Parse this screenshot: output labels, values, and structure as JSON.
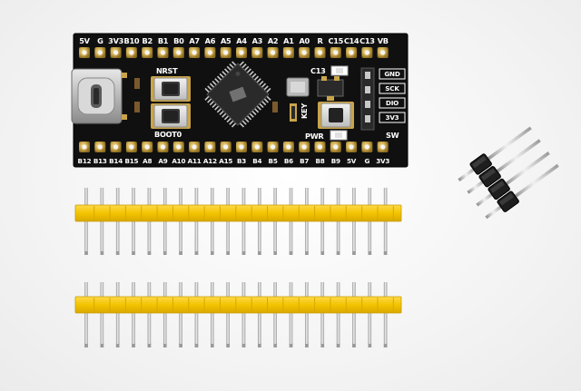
{
  "board": {
    "top_pins": [
      "5V",
      "G",
      "3V3",
      "B10",
      "B2",
      "B1",
      "B0",
      "A7",
      "A6",
      "A5",
      "A4",
      "A3",
      "A2",
      "A1",
      "A0",
      "R",
      "C15",
      "C14",
      "C13",
      "VB"
    ],
    "bottom_pins": [
      "B12",
      "B13",
      "B14",
      "B15",
      "A8",
      "A9",
      "A10",
      "A11",
      "A12",
      "A15",
      "B3",
      "B4",
      "B5",
      "B6",
      "B7",
      "B8",
      "B9",
      "5V",
      "G",
      "3V3"
    ],
    "swd_pins": [
      "GND",
      "SCK",
      "DIO",
      "3V3"
    ],
    "swd_header_label": "SW",
    "labels": {
      "nrst": "NRST",
      "boot": "BOOT0",
      "key": "KEY",
      "pwr": "PWR",
      "c13": "C13"
    },
    "colors": {
      "pcb": "#101010",
      "header_plastic": "#f2c400",
      "pin_metal": "#c9c9c9"
    }
  },
  "pin_headers": {
    "long_header_count": 2,
    "pins_per_long_header": 20,
    "short_header_pins": 4
  }
}
